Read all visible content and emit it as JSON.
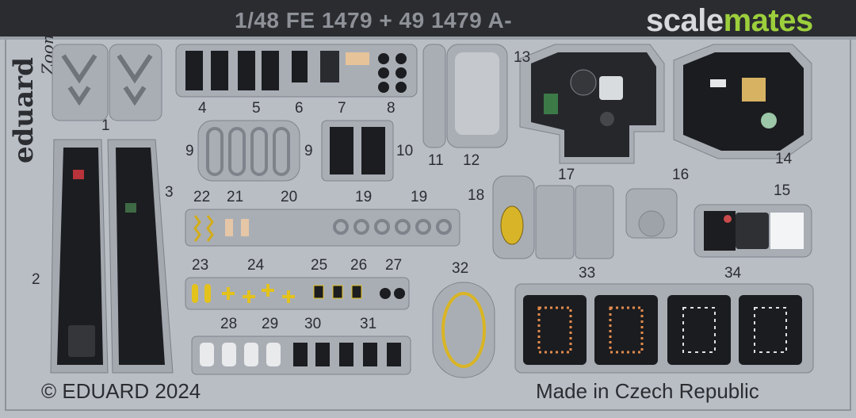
{
  "header": {
    "title": "1/48    FE 1479 + 49 1479  A-",
    "watermark_scale": "scale",
    "watermark_mates": "mates"
  },
  "brand": {
    "logo_text": "eduard",
    "sub_logo": "Zoom"
  },
  "part_numbers": [
    "1",
    "2",
    "3",
    "4",
    "5",
    "6",
    "7",
    "8",
    "9",
    "9",
    "10",
    "11",
    "12",
    "13",
    "14",
    "15",
    "16",
    "17",
    "18",
    "19",
    "19",
    "20",
    "21",
    "22",
    "23",
    "24",
    "25",
    "26",
    "27",
    "28",
    "29",
    "30",
    "31",
    "32",
    "33",
    "34"
  ],
  "footer": {
    "copyright": "© EDUARD 2024",
    "made_in": "Made in Czech Republic"
  },
  "colors": {
    "fret": "#b9bec5",
    "panel": "#1b1c1f",
    "band": "#2a2c30",
    "watermark_green": "#9ccf3c"
  }
}
